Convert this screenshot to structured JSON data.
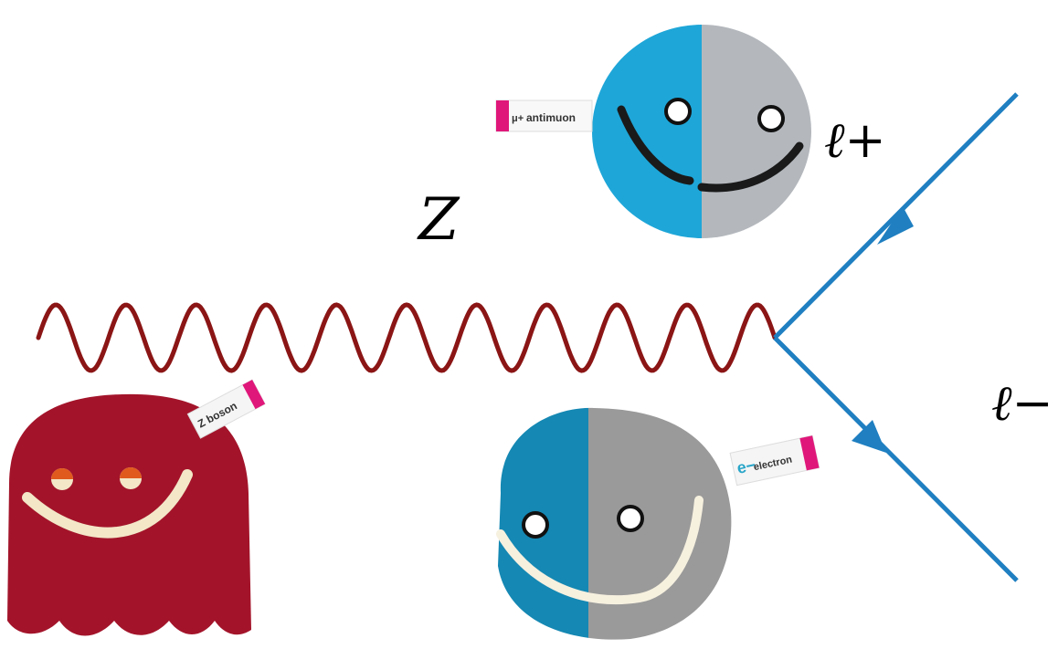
{
  "diagram": {
    "propagator_label": "Z",
    "outgoing_positive_label": "ℓ+",
    "outgoing_negative_label": "ℓ−",
    "colors": {
      "z_boson_line": "#8b1515",
      "lepton_line": "#1f7fc1",
      "z_plush": "#a3142a",
      "antimuon_blue": "#1ea6d8",
      "antimuon_grey": "#b4b8bd",
      "electron_blue": "#1588b3",
      "electron_grey": "#9a9a9a",
      "tag_pink": "#e0177a"
    }
  },
  "plush": {
    "z_boson": {
      "tag_label": "Z boson"
    },
    "antimuon": {
      "tag_label": "antimuon",
      "tag_symbol": "μ+"
    },
    "electron": {
      "tag_label": "electron",
      "tag_symbol": "e−"
    }
  }
}
